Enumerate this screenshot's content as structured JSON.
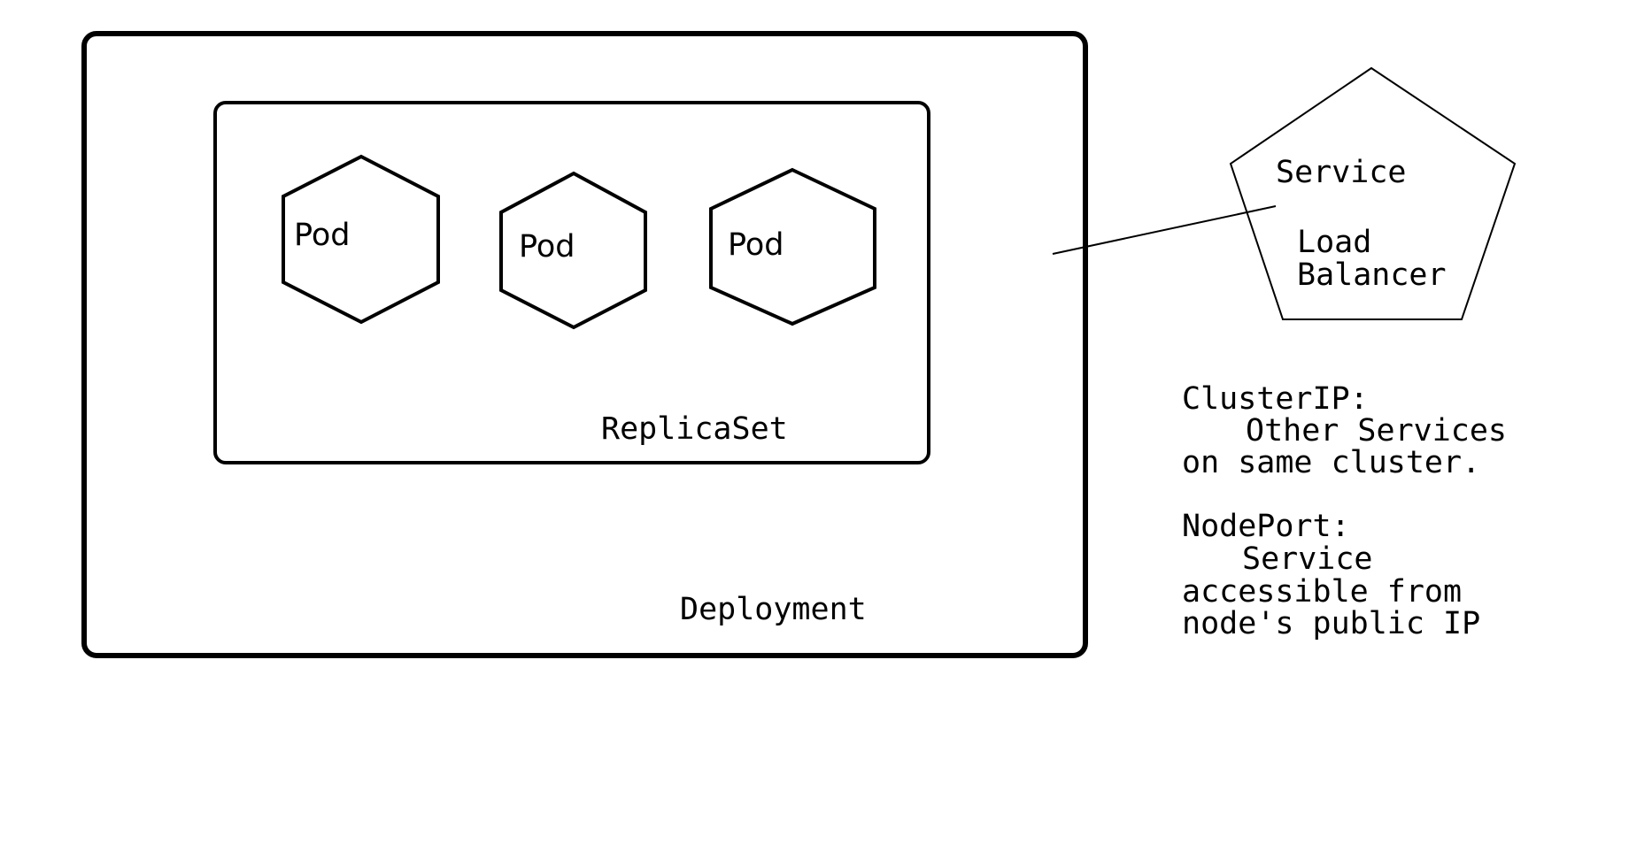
{
  "diagram": {
    "deployment": {
      "label": "Deployment"
    },
    "replicaset": {
      "label": "ReplicaSet"
    },
    "pods": [
      {
        "label": "Pod"
      },
      {
        "label": "Pod"
      },
      {
        "label": "Pod"
      }
    ],
    "service": {
      "title": "Service",
      "type_line1": "Load",
      "type_line2": "Balancer"
    },
    "notes": {
      "cluster_ip_heading": "ClusterIP:",
      "cluster_ip_line1": "Other Services",
      "cluster_ip_line2": "on same cluster.",
      "node_port_heading": "NodePort:",
      "node_port_line1": "Service",
      "node_port_line2": "accessible from",
      "node_port_line3": "node's public IP"
    }
  }
}
